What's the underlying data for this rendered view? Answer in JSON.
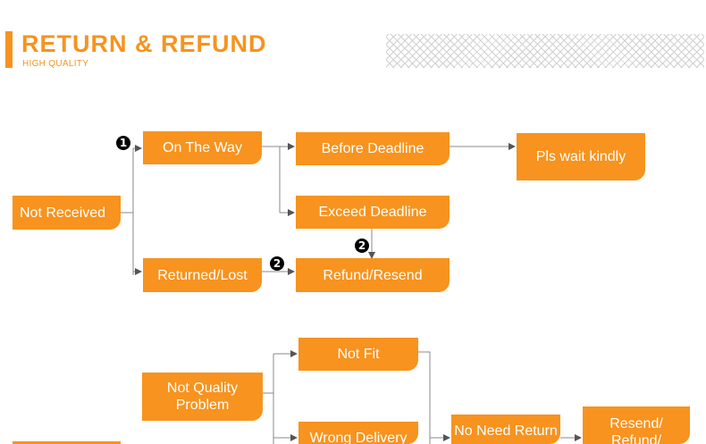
{
  "header": {
    "title": "RETURN & REFUND",
    "subtitle": "HIGH QUALITY"
  },
  "colors": {
    "accent": "#f7931e",
    "box_text": "#ffffff",
    "line": "#666666"
  },
  "flow1": {
    "not_received": "Not Received",
    "on_the_way": "On The Way",
    "returned_lost": "Returned/Lost",
    "before_deadline": "Before Deadline",
    "exceed_deadline": "Exceed Deadline",
    "refund_resend": "Refund/Resend",
    "pls_wait": "Pls wait kindly",
    "marker_1": "1",
    "marker_2": "2"
  },
  "flow2": {
    "not_quality_problem": "Not Quality Problem",
    "not_fit": "Not Fit",
    "wrong_delivery": "Wrong Delivery",
    "no_need": "No Need Return",
    "resend_refund": "Resend/ Refund/"
  }
}
